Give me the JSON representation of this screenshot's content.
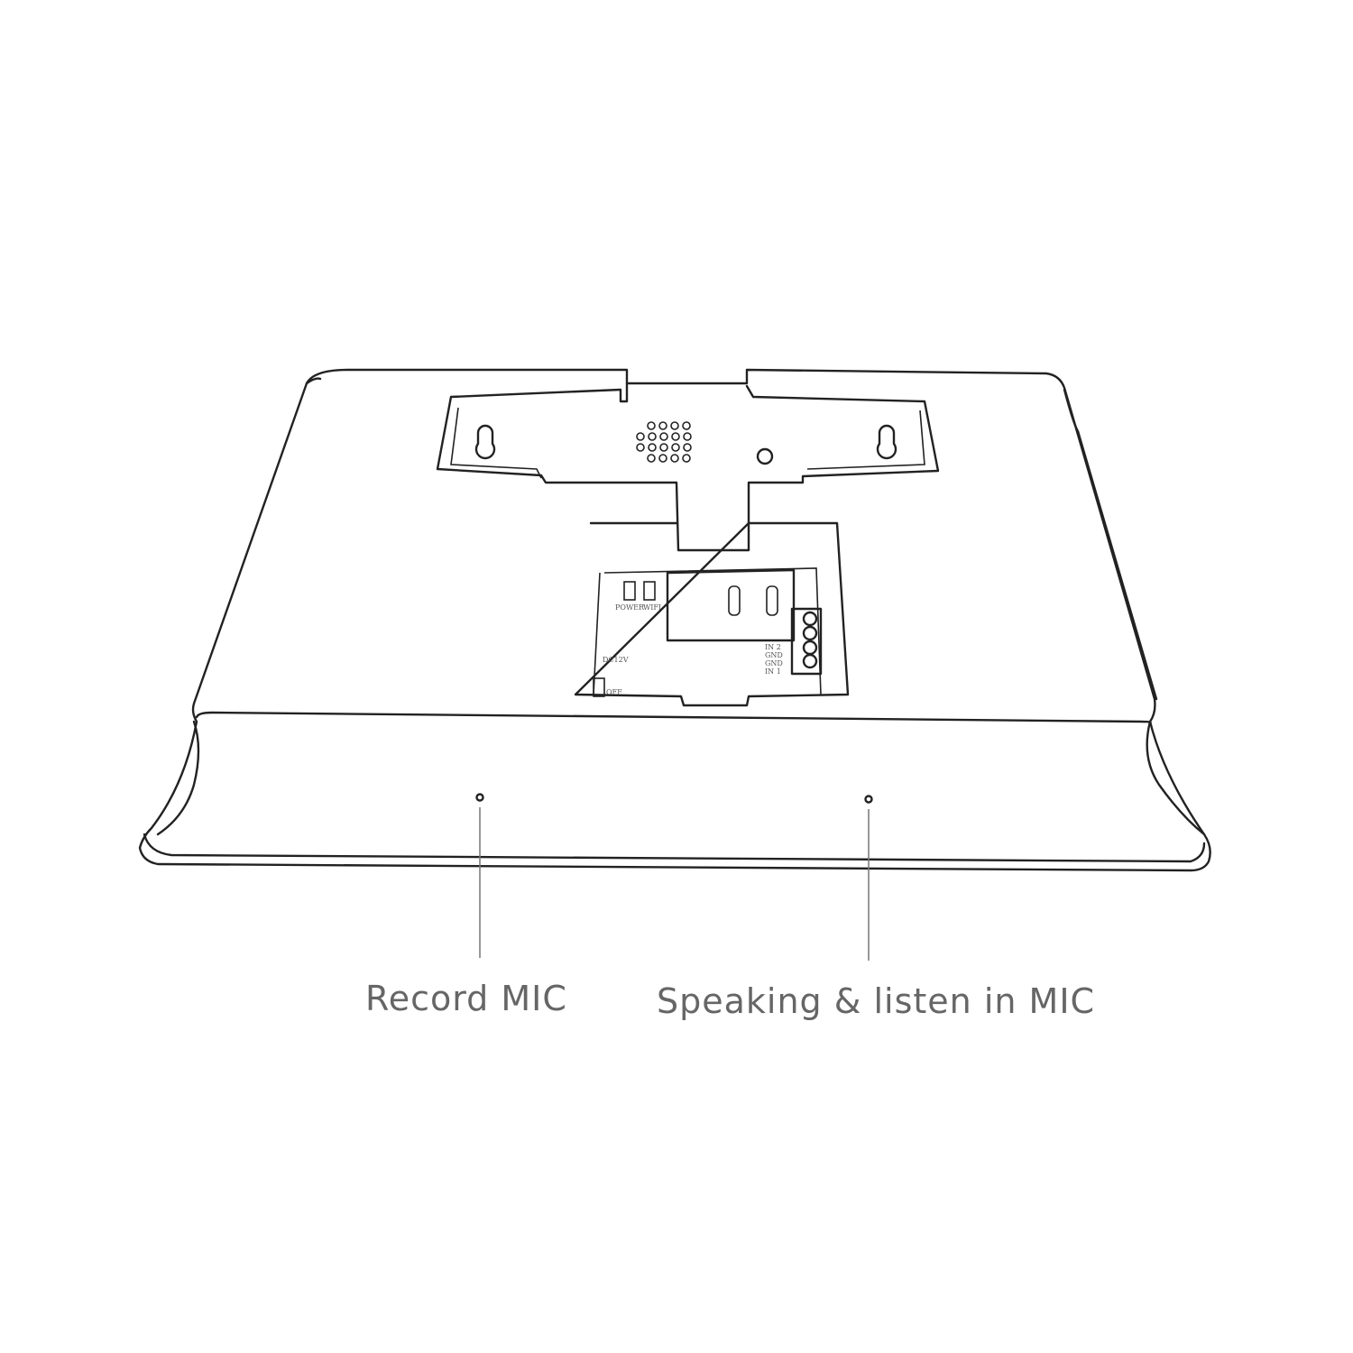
{
  "labels": {
    "record_mic": "Record MIC",
    "speaking_mic": "Speaking & listen in MIC"
  },
  "board": {
    "power": "POWER",
    "wifi": "WIFI",
    "dc12v": "DC12V",
    "off": "OFF",
    "terminals": [
      "IN 2",
      "GND",
      "GND",
      "IN 1"
    ]
  }
}
